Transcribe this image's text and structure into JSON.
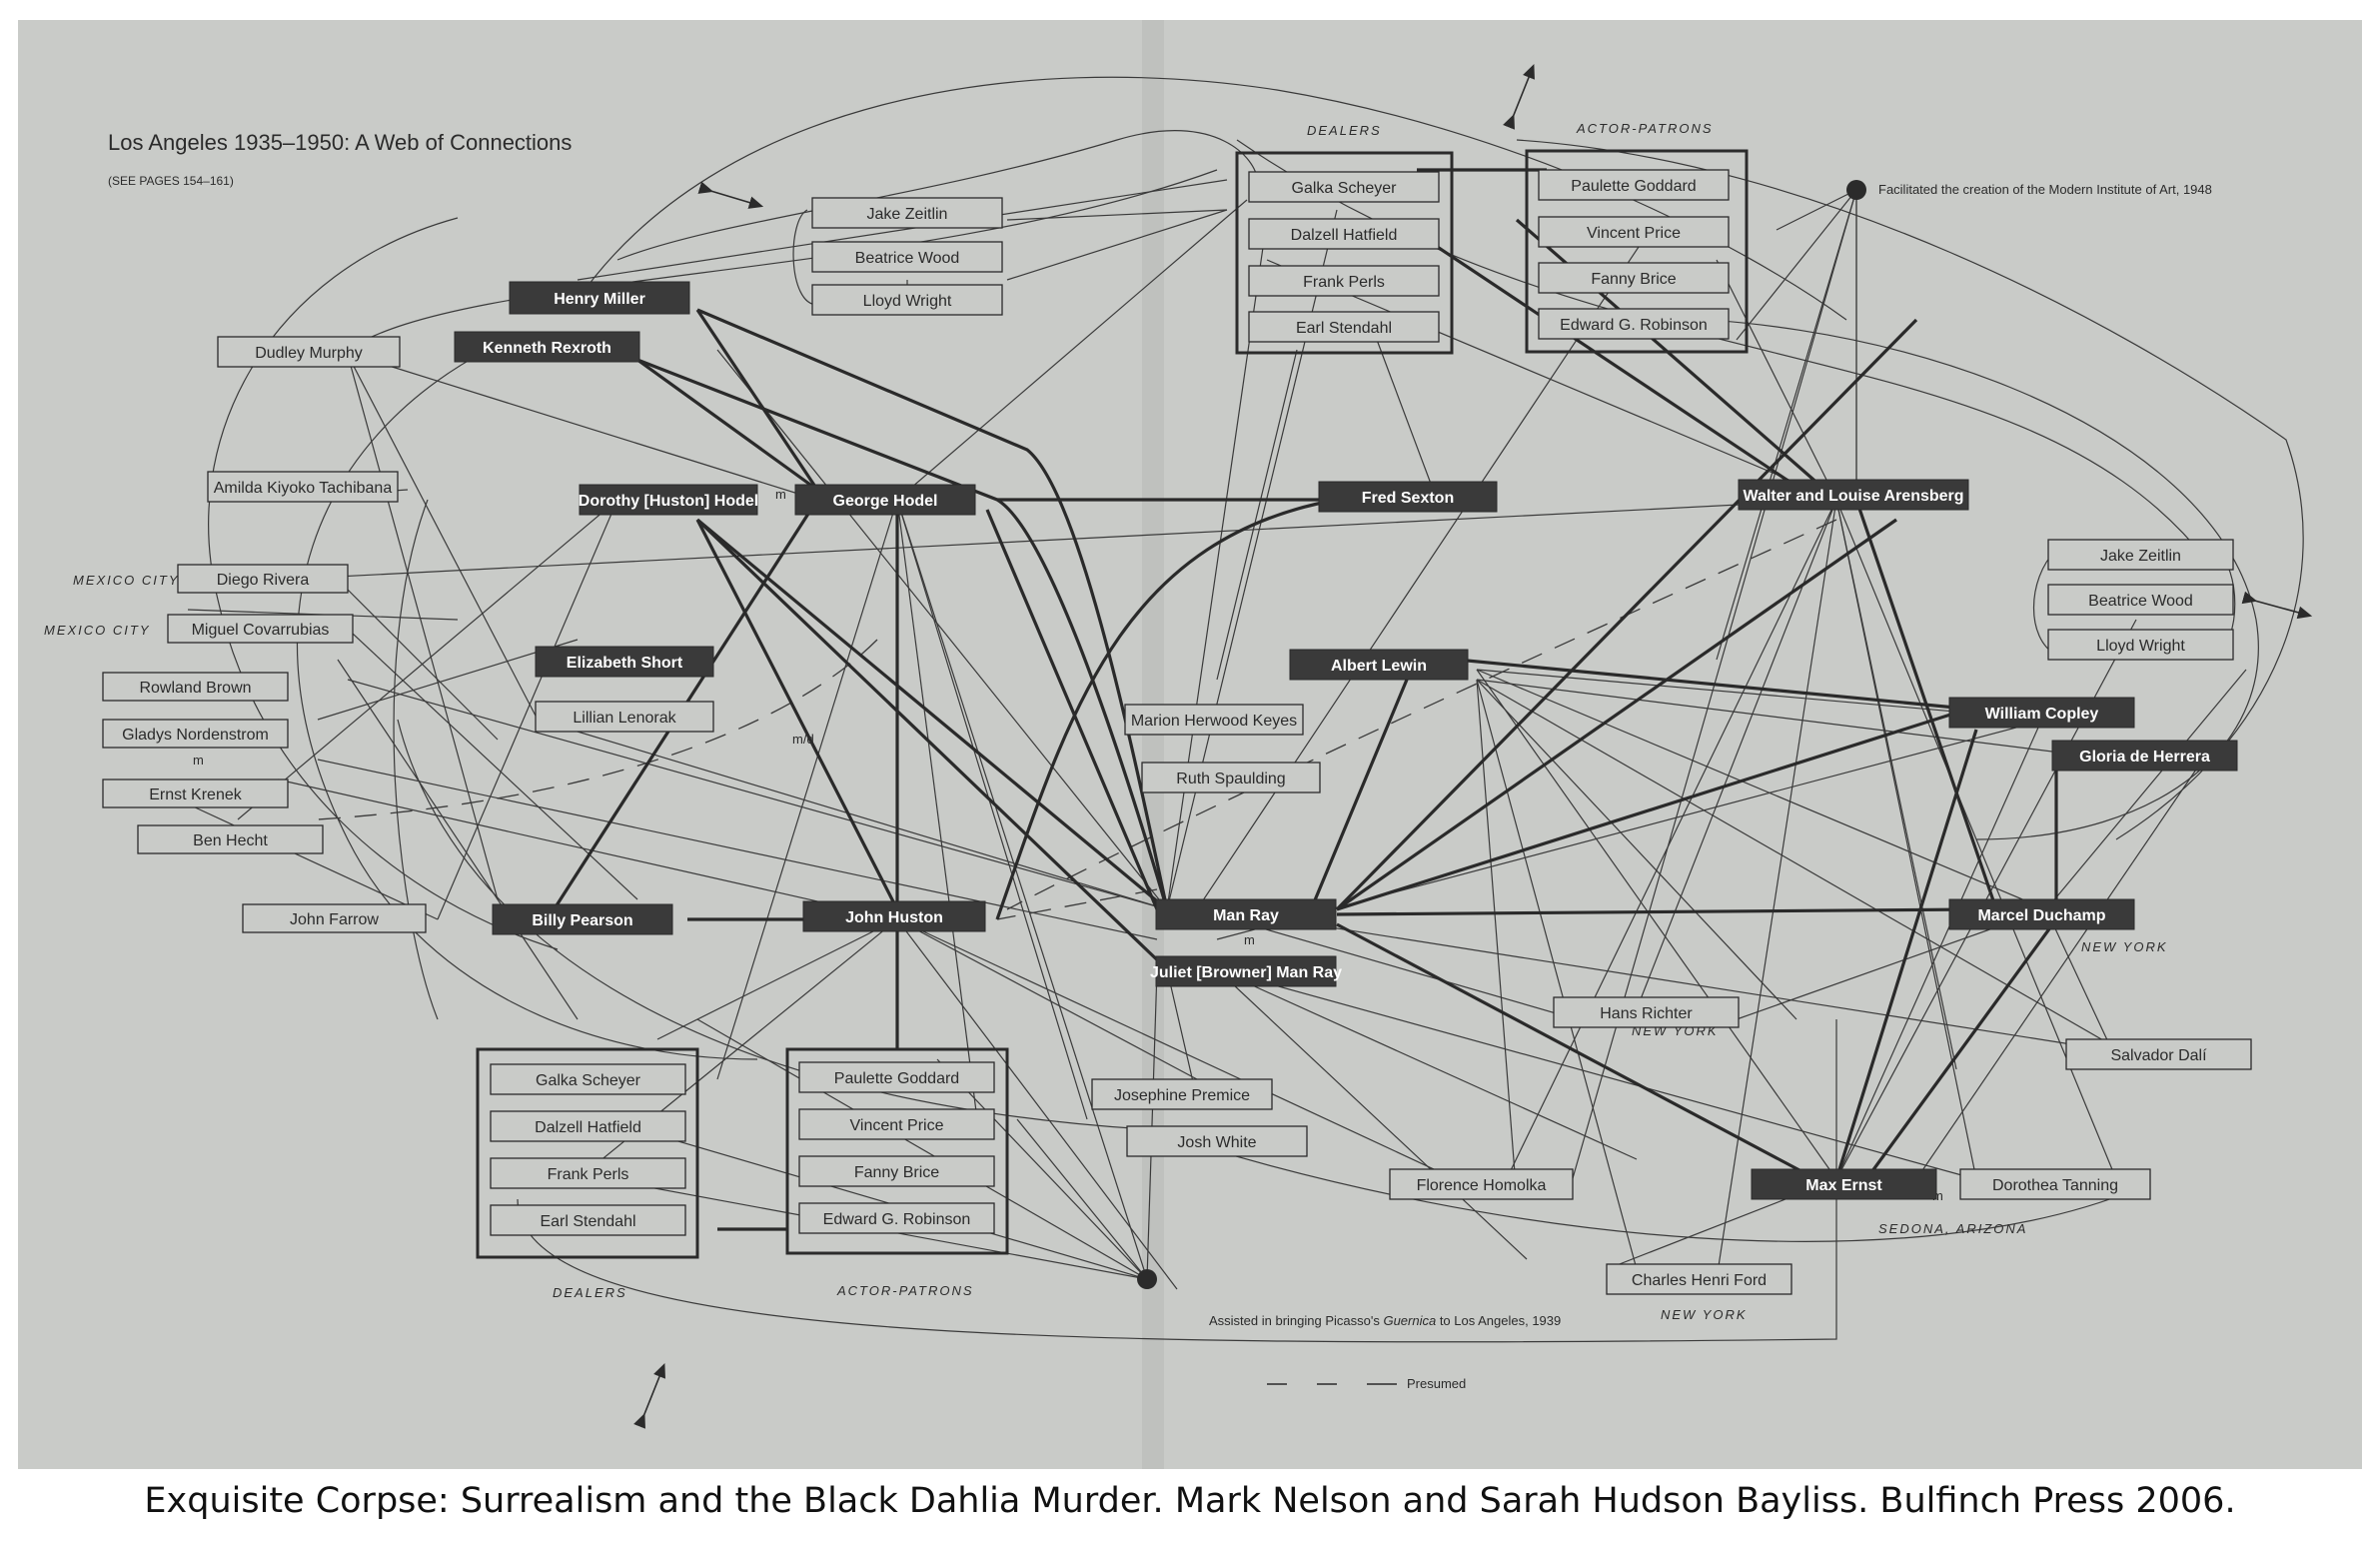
{
  "title": "Los Angeles 1935–1950: A Web of Connections",
  "subtitle": "(SEE PAGES 154–161)",
  "caption": "Exquisite Corpse: Surrealism and the Black Dahlia Murder. Mark Nelson and Sarah Hudson Bayliss. Bulfinch Press 2006.",
  "colors": {
    "paper": "#c9cbc8",
    "ink": "#2b2b2b",
    "dark_box": "#3a3a3a",
    "light_text": "#ffffff"
  },
  "group_labels": {
    "dealers_left": "DEALERS",
    "actor_patrons_left": "ACTOR-PATRONS",
    "dealers_top": "DEALERS",
    "actor_patrons_top": "ACTOR-PATRONS"
  },
  "location_labels": {
    "mexico_city_1": "MEXICO CITY",
    "mexico_city_2": "MEXICO CITY",
    "new_york_duchamp": "NEW YORK",
    "new_york_richter": "NEW YORK",
    "sedona": "SEDONA, ARIZONA",
    "new_york_ford": "NEW YORK"
  },
  "annotations": {
    "modern_institute": "Facilitated the creation of the Modern Institute of Art, 1948",
    "guernica_prefix": "Assisted in bringing Picasso's ",
    "guernica_title": "Guernica",
    "guernica_suffix": " to Los Angeles, 1939",
    "presumed": "Presumed"
  },
  "relation_labels": {
    "m": "m",
    "md": "m/d"
  },
  "people": {
    "henry_miller": "Henry Miller",
    "kenneth_rexroth": "Kenneth Rexroth",
    "dudley_murphy": "Dudley Murphy",
    "amilda": "Amilda Kiyoko Tachibana",
    "dorothy": "Dorothy [Huston] Hodel",
    "george_hodel": "George Hodel",
    "fred_sexton": "Fred Sexton",
    "arensberg": "Walter and Louise Arensberg",
    "diego_rivera": "Diego Rivera",
    "miguel": "Miguel Covarrubias",
    "rowland_brown": "Rowland Brown",
    "gladys": "Gladys Nordenstrom",
    "ernst_krenek": "Ernst Krenek",
    "ben_hecht": "Ben Hecht",
    "john_farrow": "John Farrow",
    "elizabeth_short": "Elizabeth Short",
    "lillian_lenorak": "Lillian Lenorak",
    "billy_pearson": "Billy Pearson",
    "john_huston": "John Huston",
    "albert_lewin": "Albert Lewin",
    "marion_keyes": "Marion Herwood Keyes",
    "ruth_spaulding": "Ruth Spaulding",
    "man_ray": "Man Ray",
    "juliet": "Juliet [Browner] Man Ray",
    "william_copley": "William Copley",
    "gloria": "Gloria de Herrera",
    "marcel_duchamp": "Marcel Duchamp",
    "hans_richter": "Hans Richter",
    "salvador_dali": "Salvador Dalí",
    "josephine": "Josephine Premice",
    "josh_white": "Josh White",
    "florence": "Florence Homolka",
    "max_ernst": "Max Ernst",
    "dorothea": "Dorothea Tanning",
    "charles_ford": "Charles Henri Ford",
    "jake_zeitlin_top": "Jake Zeitlin",
    "beatrice_wood_top": "Beatrice Wood",
    "lloyd_wright_top": "Lloyd Wright",
    "jake_zeitlin_right": "Jake Zeitlin",
    "beatrice_wood_right": "Beatrice Wood",
    "lloyd_wright_right": "Lloyd Wright",
    "galka_top": "Galka Scheyer",
    "dalzell_top": "Dalzell Hatfield",
    "frank_perls_top": "Frank Perls",
    "earl_top": "Earl Stendahl",
    "paulette_top": "Paulette Goddard",
    "vincent_top": "Vincent Price",
    "fanny_top": "Fanny Brice",
    "robinson_top": "Edward G. Robinson",
    "galka_bottom": "Galka Scheyer",
    "dalzell_bottom": "Dalzell Hatfield",
    "frank_perls_bottom": "Frank Perls",
    "earl_bottom": "Earl Stendahl",
    "paulette_bottom": "Paulette Goddard",
    "vincent_bottom": "Vincent Price",
    "fanny_bottom": "Fanny Brice",
    "robinson_bottom": "Edward G. Robinson"
  }
}
